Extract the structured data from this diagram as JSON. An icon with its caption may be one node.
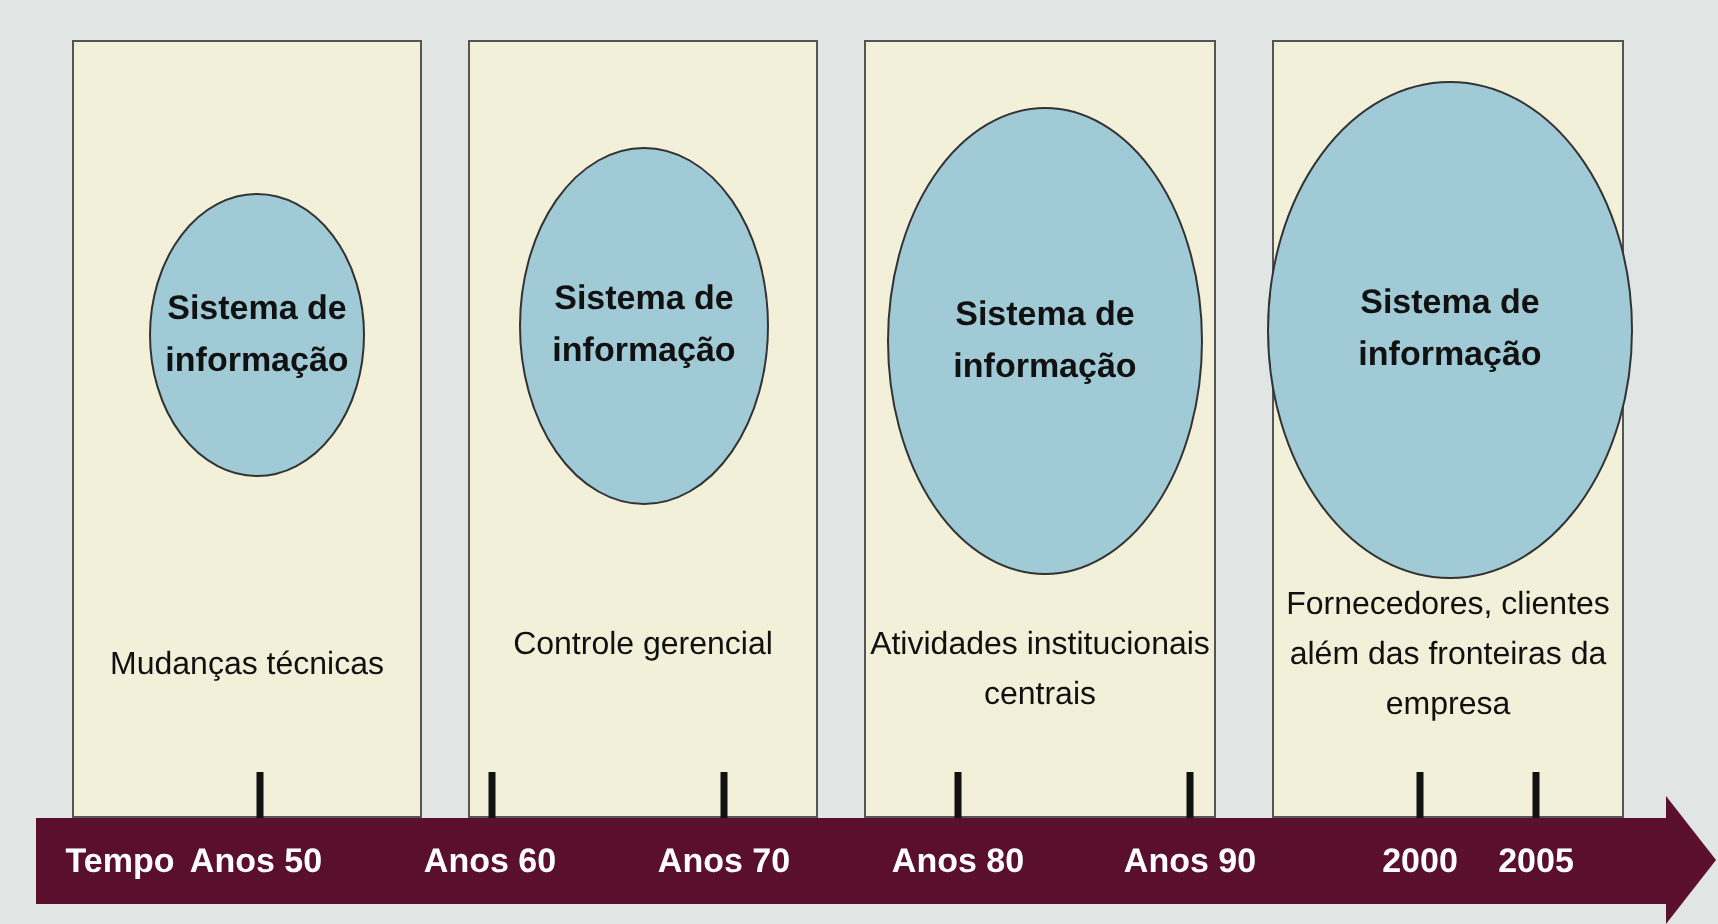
{
  "diagram": {
    "nodes": [
      {
        "text": [
          "Mudanças técnicas"
        ]
      },
      {
        "text": [
          "Sistema de informação"
        ],
        "in": 0
      },
      {
        "text": [
          "Controle gerencial"
        ]
      },
      {
        "text": [
          "Sistema de informação"
        ],
        "in": 2
      },
      {
        "text": [
          "Atividades institucionais centrais"
        ]
      },
      {
        "text": [
          "Sistema de informação"
        ],
        "in": 4
      },
      {
        "text": [
          "Fornecedores, clientes além das fronteiras da empresa"
        ]
      },
      {
        "text": [
          "Sistema de informação"
        ],
        "in": 6
      }
    ],
    "edges": [],
    "labels": [
      "Tempo",
      "Anos 50",
      "Anos 60",
      "Anos 70",
      "Anos 80",
      "Anos 90",
      "2000",
      "2005"
    ]
  }
}
